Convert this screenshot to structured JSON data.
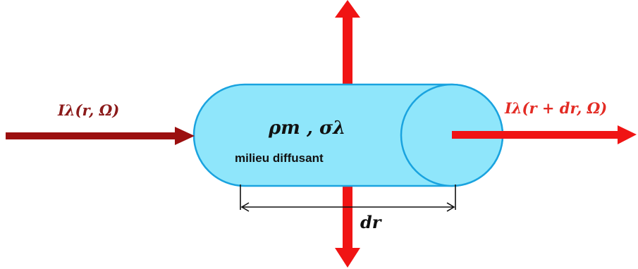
{
  "labels": {
    "incoming_intensity": "Iλ(r, Ω)",
    "outgoing_intensity": "Iλ(r + dr, Ω)",
    "medium_properties": "ρm , σλ",
    "medium_name": "milieu diffusant",
    "element_length": "dr"
  },
  "colors": {
    "incoming_arrow": "#9b0f0f",
    "scattered_arrows": "#f01414",
    "cylinder_fill": "#8fe6fb",
    "cylinder_stroke": "#1aa3df"
  }
}
